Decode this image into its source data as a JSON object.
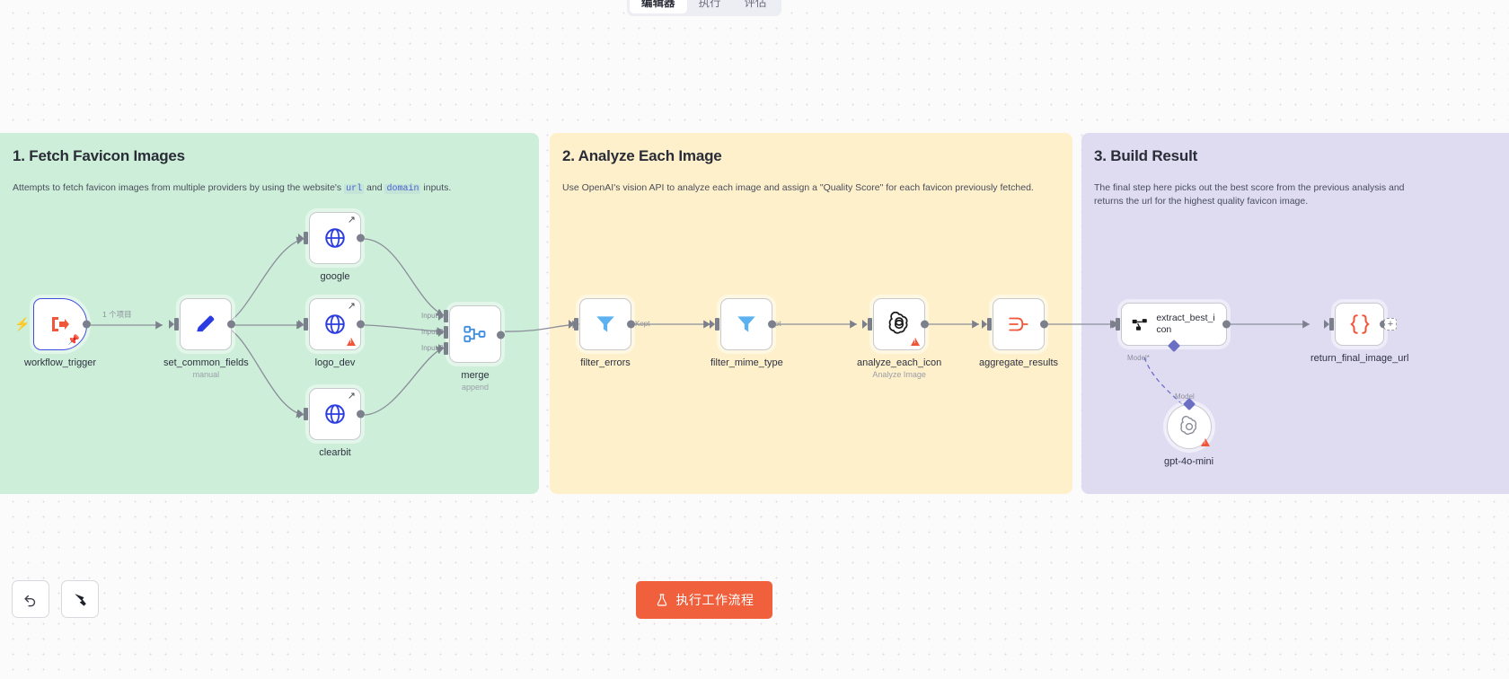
{
  "app": {
    "tabs": [
      {
        "label": "编辑器",
        "active": true
      },
      {
        "label": "执行",
        "active": false
      },
      {
        "label": "评估",
        "active": false
      }
    ]
  },
  "sections": [
    {
      "id": "sec1",
      "title": "1. Fetch Favicon Images",
      "desc_pre": "Attempts to fetch favicon images from multiple providers by using the website's ",
      "code1": "url",
      "desc_mid": " and ",
      "code2": "domain",
      "desc_post": " inputs.",
      "color": "#cdefd9"
    },
    {
      "id": "sec2",
      "title": "2. Analyze Each Image",
      "desc": "Use OpenAI's vision API to analyze each image and assign a \"Quality Score\" for each favicon previously fetched.",
      "color": "#fdf0ca"
    },
    {
      "id": "sec3",
      "title": "3. Build Result",
      "desc": "The final step here picks out the best score from the previous analysis and returns the url for the highest quality favicon image.",
      "color": "#dfdcf2"
    }
  ],
  "nodes": {
    "workflow_trigger": {
      "label": "workflow_trigger",
      "icon": "trigger-export-icon"
    },
    "set_common_fields": {
      "label": "set_common_fields",
      "sub": "manual",
      "icon": "edit-pencil-icon"
    },
    "google": {
      "label": "google",
      "icon": "globe-icon"
    },
    "logo_dev": {
      "label": "logo_dev",
      "icon": "globe-icon"
    },
    "clearbit": {
      "label": "clearbit",
      "icon": "globe-icon"
    },
    "merge": {
      "label": "merge",
      "sub": "append",
      "icon": "merge-icon",
      "inputs": [
        "Input 1",
        "Input 2",
        "Input 3"
      ]
    },
    "filter_errors": {
      "label": "filter_errors",
      "icon": "funnel-icon",
      "output": "Kept"
    },
    "filter_mime_type": {
      "label": "filter_mime_type",
      "icon": "funnel-icon",
      "output": "Kept"
    },
    "analyze_each_icon": {
      "label": "analyze_each_icon",
      "sub": "Analyze Image",
      "icon": "openai-icon"
    },
    "aggregate_results": {
      "label": "aggregate_results",
      "icon": "aggregate-icon"
    },
    "extract_best_icon": {
      "label": "extract_best_icon",
      "icon": "code-tool-icon",
      "port": "Model*"
    },
    "gpt_4o_mini": {
      "label": "gpt-4o-mini",
      "icon": "openai-icon",
      "port": "Model"
    },
    "return_final_image_url": {
      "label": "return_final_image_url",
      "icon": "braces-icon"
    }
  },
  "edges": {
    "trigger_to_set": "1 个项目"
  },
  "toolbar": {
    "undo_label": "undo-icon",
    "tidy_label": "tidy-up-icon",
    "execute_label": "执行工作流程",
    "execute_icon": "flask-icon",
    "add_label": "+"
  },
  "colors": {
    "accent": "#f0603d",
    "node_blue": "#3f4ee0",
    "funnel_blue": "#5cb2f0",
    "warn": "#f0563a",
    "section_green": "#cdefd9",
    "section_yellow": "#fdf0ca",
    "section_purple": "#dfdcf2"
  }
}
